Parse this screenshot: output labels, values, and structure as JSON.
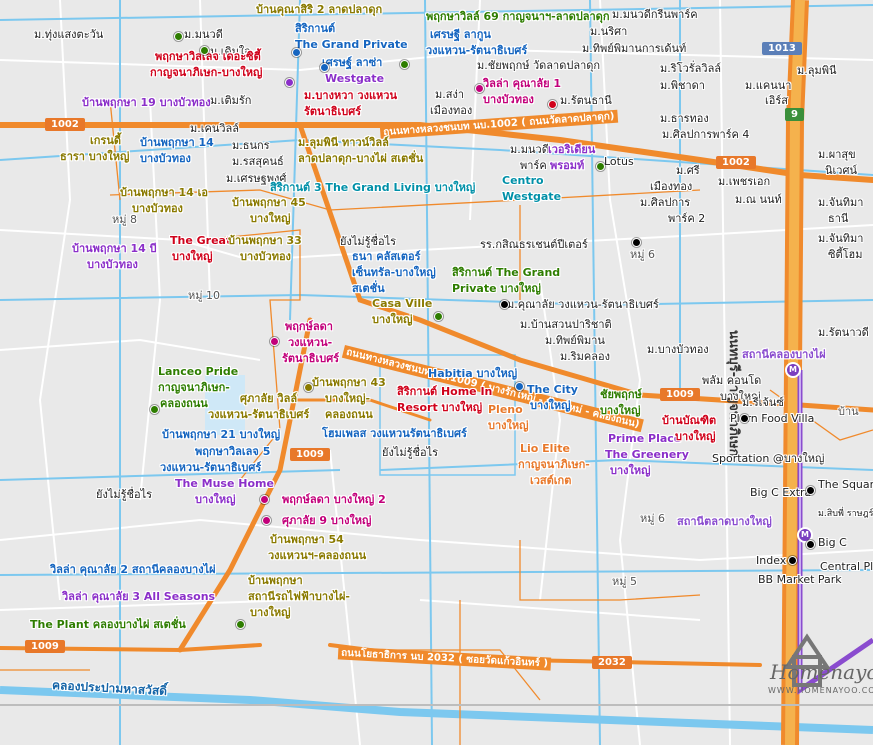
{
  "colors": {
    "project_green": "#2e8b00",
    "project_purple": "#8b2fc9",
    "project_magenta": "#c2007a",
    "project_red": "#d0021b",
    "project_blue": "#0071bc",
    "project_teal": "#00a0a0",
    "project_olive": "#9a8a00",
    "road_orange": "#f08a2c",
    "water_blue": "#7cc8ef",
    "rail_purple": "#8a4ccf"
  },
  "roads": {
    "r1002": "1002",
    "r1002b": "1002",
    "r1009": "1009",
    "r1009b": "1009",
    "r1009c": "1009",
    "r2032": "2032",
    "r9": "9",
    "r1013": "1013"
  },
  "road_names": {
    "kanchana_main": "ถนนกาญจนาภิเษก",
    "kanchana_right": "นนทบุรี-กาญจนาภิเษก",
    "rd1002": "ถนนทางหลวงชนบท นบ.1002 ( ถนนวัดลาดปลาดุก)",
    "rd1009": "ถนนทางหลวงชนบท นบ.1009 ( บางรักใหญ่ - บ้านใหม่ - คลองถนน)",
    "rd2032": "ถนนโยธาธิการ นบ 2032 ( ซอยวัดแก้วอินทร์ )"
  },
  "areas": [
    "หมู่ 8",
    "หมู่ 10",
    "หมู่ 6",
    "หมู่ 6",
    "หมู่ 5",
    "บ้าน",
    "ยังไม่รู้ชื่อไร",
    "ยังไม่รู้ชื่อไร",
    "ยังไม่รู้ชื่อไร"
  ],
  "landmarks": {
    "lotus": "Lotus",
    "plern_food": "Plern Food Villa",
    "sportation": "Sportation @บางใหญ่",
    "bigc_extra": "Big C Extra",
    "the_square": "The Square",
    "bigc": "Big C",
    "index": "Index",
    "bb_market": "BB Market Park",
    "central": "Central Plaza Westgate",
    "rs_kasin": "รร.กสิณธรเชนต์ปีเตอร์",
    "central_westgate": "Centro Westgate",
    "wat": "ม.ชัยพฤกษ์ วัดลาดปลาดุก"
  },
  "stations": {
    "khlong_bang_phai": "สถานีคลองบางไผ่",
    "talad_bang_yai": "สถานีตลาดบางใหญ่"
  },
  "watermark": {
    "brand": "Homenayoo",
    "url": "WWW.HOMENAYOO.COM"
  },
  "projects": {
    "p1": "ม.ทุ่งแสงตะวัน",
    "p2": "ม.มนวดี",
    "p3": "ม.เดิมใจ",
    "p4": "ม.เติมรัก",
    "p5": "บ้านคุณาสิริ 2 ลาดปลาดุก",
    "p6": "สิริกานต์",
    "p7": "The Grand Private",
    "p8": "เศรษฐ์ ลาซ่า",
    "p9": "Westgate",
    "p10": "พฤกษาวิลล์ 69 กาญจนาฯ-ลาดปลาดุก",
    "p11": "เศรษฐี ลากูน",
    "p12": "วงแหวน-รัตนาธิเบศร์",
    "p13": "ม.มนวดีกรีนพาร์ค",
    "p14": "ม.นริศา",
    "p15": "ม.ทิพย์พิมานการเด้นท์",
    "p16": "ม.ชัยพฤกษ์ วัดลาดปลาดุก",
    "p17": "วิลล่า คุณาลัย 1",
    "p18": "บางบัวทอง",
    "p19": "ม.สง่า",
    "p20": "เมืองทอง",
    "p21": "ม.รัตนธานี",
    "p22": "ม.ริโวรั่ลวิลล์",
    "p23": "ม.พิชาดา",
    "p24": "ม.แคนนา",
    "p25": "เอิร์ส",
    "p26": "ม.ลุมพินี",
    "p27": "พฤกษาวิลเลจ เดอะซิตี้",
    "p28": "กาญจนาภิเษก-บางใหญ่",
    "p29": "ม.บางหวา วงแหวน",
    "p30": "รัตนาธิเบศร์",
    "p31": "บ้านพฤกษา 19 บางบัวทอง",
    "p32": "ม.เคนวิลล์",
    "p33": "ม.ธนกร",
    "p34": "ม.รสสุคนธ์",
    "p35": "ม.ลุมพินี ทาวน์วิลล์",
    "p36": "ลาดปลาดุก-บางไผ่ สเตชั่น",
    "p37": "เกรนดี้",
    "p38": "ธารา บางใหญ่",
    "p39": "บ้านพฤกษา 14",
    "p40": "บางบัวทอง",
    "p41": "ม.เศรษฐพงศ์",
    "p42": "สิริกานต์ 3 The Grand Living บางใหญ่",
    "p43": "บ้านพฤกษา 14 เอ",
    "p44": "บางบัวทอง",
    "p45": "บ้านพฤกษา 45",
    "p46": "บางใหญ่",
    "p47": "The Great",
    "p48": "บางใหญ่",
    "p49": "บ้านพฤกษา 33",
    "p50": "บางบัวทอง",
    "p51": "บ้านพฤกษา 14 บี",
    "p52": "บางบัวทอง",
    "p53": "ม.มนวดี",
    "p54": "พาร์ค",
    "p55": "เวอริเดียน",
    "p56": "พรอมท์",
    "p57": "Centro",
    "p58": "Westgate",
    "p59": "ม.ธารทอง",
    "p60": "ม.ศิลปการพาร์ค 4",
    "p61": "ม.ศรี",
    "p62": "เมืองทอง",
    "p63": "ม.ศิลปการ",
    "p64": "พาร์ค 2",
    "p65": "ม.เพชรเอก",
    "p66": "ม.ณ นนท์",
    "p67": "ม.ผาสุข",
    "p68": "นิเวศน์",
    "p69": "ม.จันทิมา",
    "p70": "ธานี",
    "p71": "ม.จันทิมา",
    "p72": "ซิตี้โฮม",
    "p73": "ม.รัตนาวดี",
    "p74": "ธนา คลัสเตอร์",
    "p75": "เซ็นทรัล-บางใหญ่",
    "p76": "สเตชั่น",
    "p77": "สิริกานต์ The Grand",
    "p78": "Private บางใหญ่",
    "p79": "Casa Ville",
    "p80": "บางใหญ่",
    "p81": "ม.คุณาลัย วงแหวน-รัตนาธิเบศร์",
    "p82": "ม.บ้านสวนปาริชาติ",
    "p83": "ม.ทิพย์พิมาน",
    "p84": "ม.ริมคลอง",
    "p85": "ม.บางบัวทอง",
    "p86": "พฤกษ์ลดา",
    "p87": "วงแหวน-",
    "p88": "รัตนาธิเบศร์",
    "p89": "Lanceo Pride",
    "p90": "กาญจนาภิเษก-",
    "p91": "คลองถนน",
    "p92": "ศุภาลัย วิลล์",
    "p93": "วงแหวน-รัตนาธิเบศร์",
    "p94": "บ้านพฤกษา 43",
    "p95": "บางใหญ่-",
    "p96": "คลองถนน",
    "p97": "Habitia บางใหญ่",
    "p98": "สิริกานต์ Home In",
    "p99": "Resort บางใหญ่",
    "p100": "The City",
    "p101": "บางใหญ่",
    "p102": "Pleno",
    "p103": "บางใหญ่",
    "p104": "พลัม คอนโด",
    "p105": "บางใหญ่",
    "p106": "ชัยพฤกษ์",
    "p107": "บางใหญ่",
    "p108": "ม.รีเจ้นซ์",
    "p109": "บ้านพฤกษา 21 บางใหญ่",
    "p110": "โฮมเพลส วงแหวนรัตนาธิเบศร์",
    "p111": "Lio Elite",
    "p112": "กาญจนาภิเษก-",
    "p113": "เวสต์เกต",
    "p114": "Prime Place",
    "p115": "The Greenery",
    "p116": "บางใหญ่",
    "p117": "บ้านบัณฑิต",
    "p118": "บางใหญ่",
    "p119": "พฤกษาวิลเลจ 5",
    "p120": "วงแหวน-รัตนาธิเบศร์",
    "p121": "The Muse Home",
    "p122": "บางใหญ่",
    "p123": "พฤกษ์ลดา บางใหญ่ 2",
    "p124": "ศุภาลัย 9 บางใหญ่",
    "p125": "บ้านพฤกษา 54",
    "p126": "วงแหวนฯ-คลองถนน",
    "p127": "บ้านพฤกษา",
    "p128": "สถานีรถไฟฟ้าบางไผ่-",
    "p129": "บางใหญ่",
    "p130": "วิลล่า คุณาลัย 2 สถานีคลองบางไผ่",
    "p131": "วิลล่า คุณาลัย 3 All Seasons",
    "p132": "The Plant คลองบางไผ่ สเตชั่น",
    "p133": "ม.สิบพี่ ราษฎร์",
    "p134": "คลองประปามหาสวัสดิ์"
  }
}
